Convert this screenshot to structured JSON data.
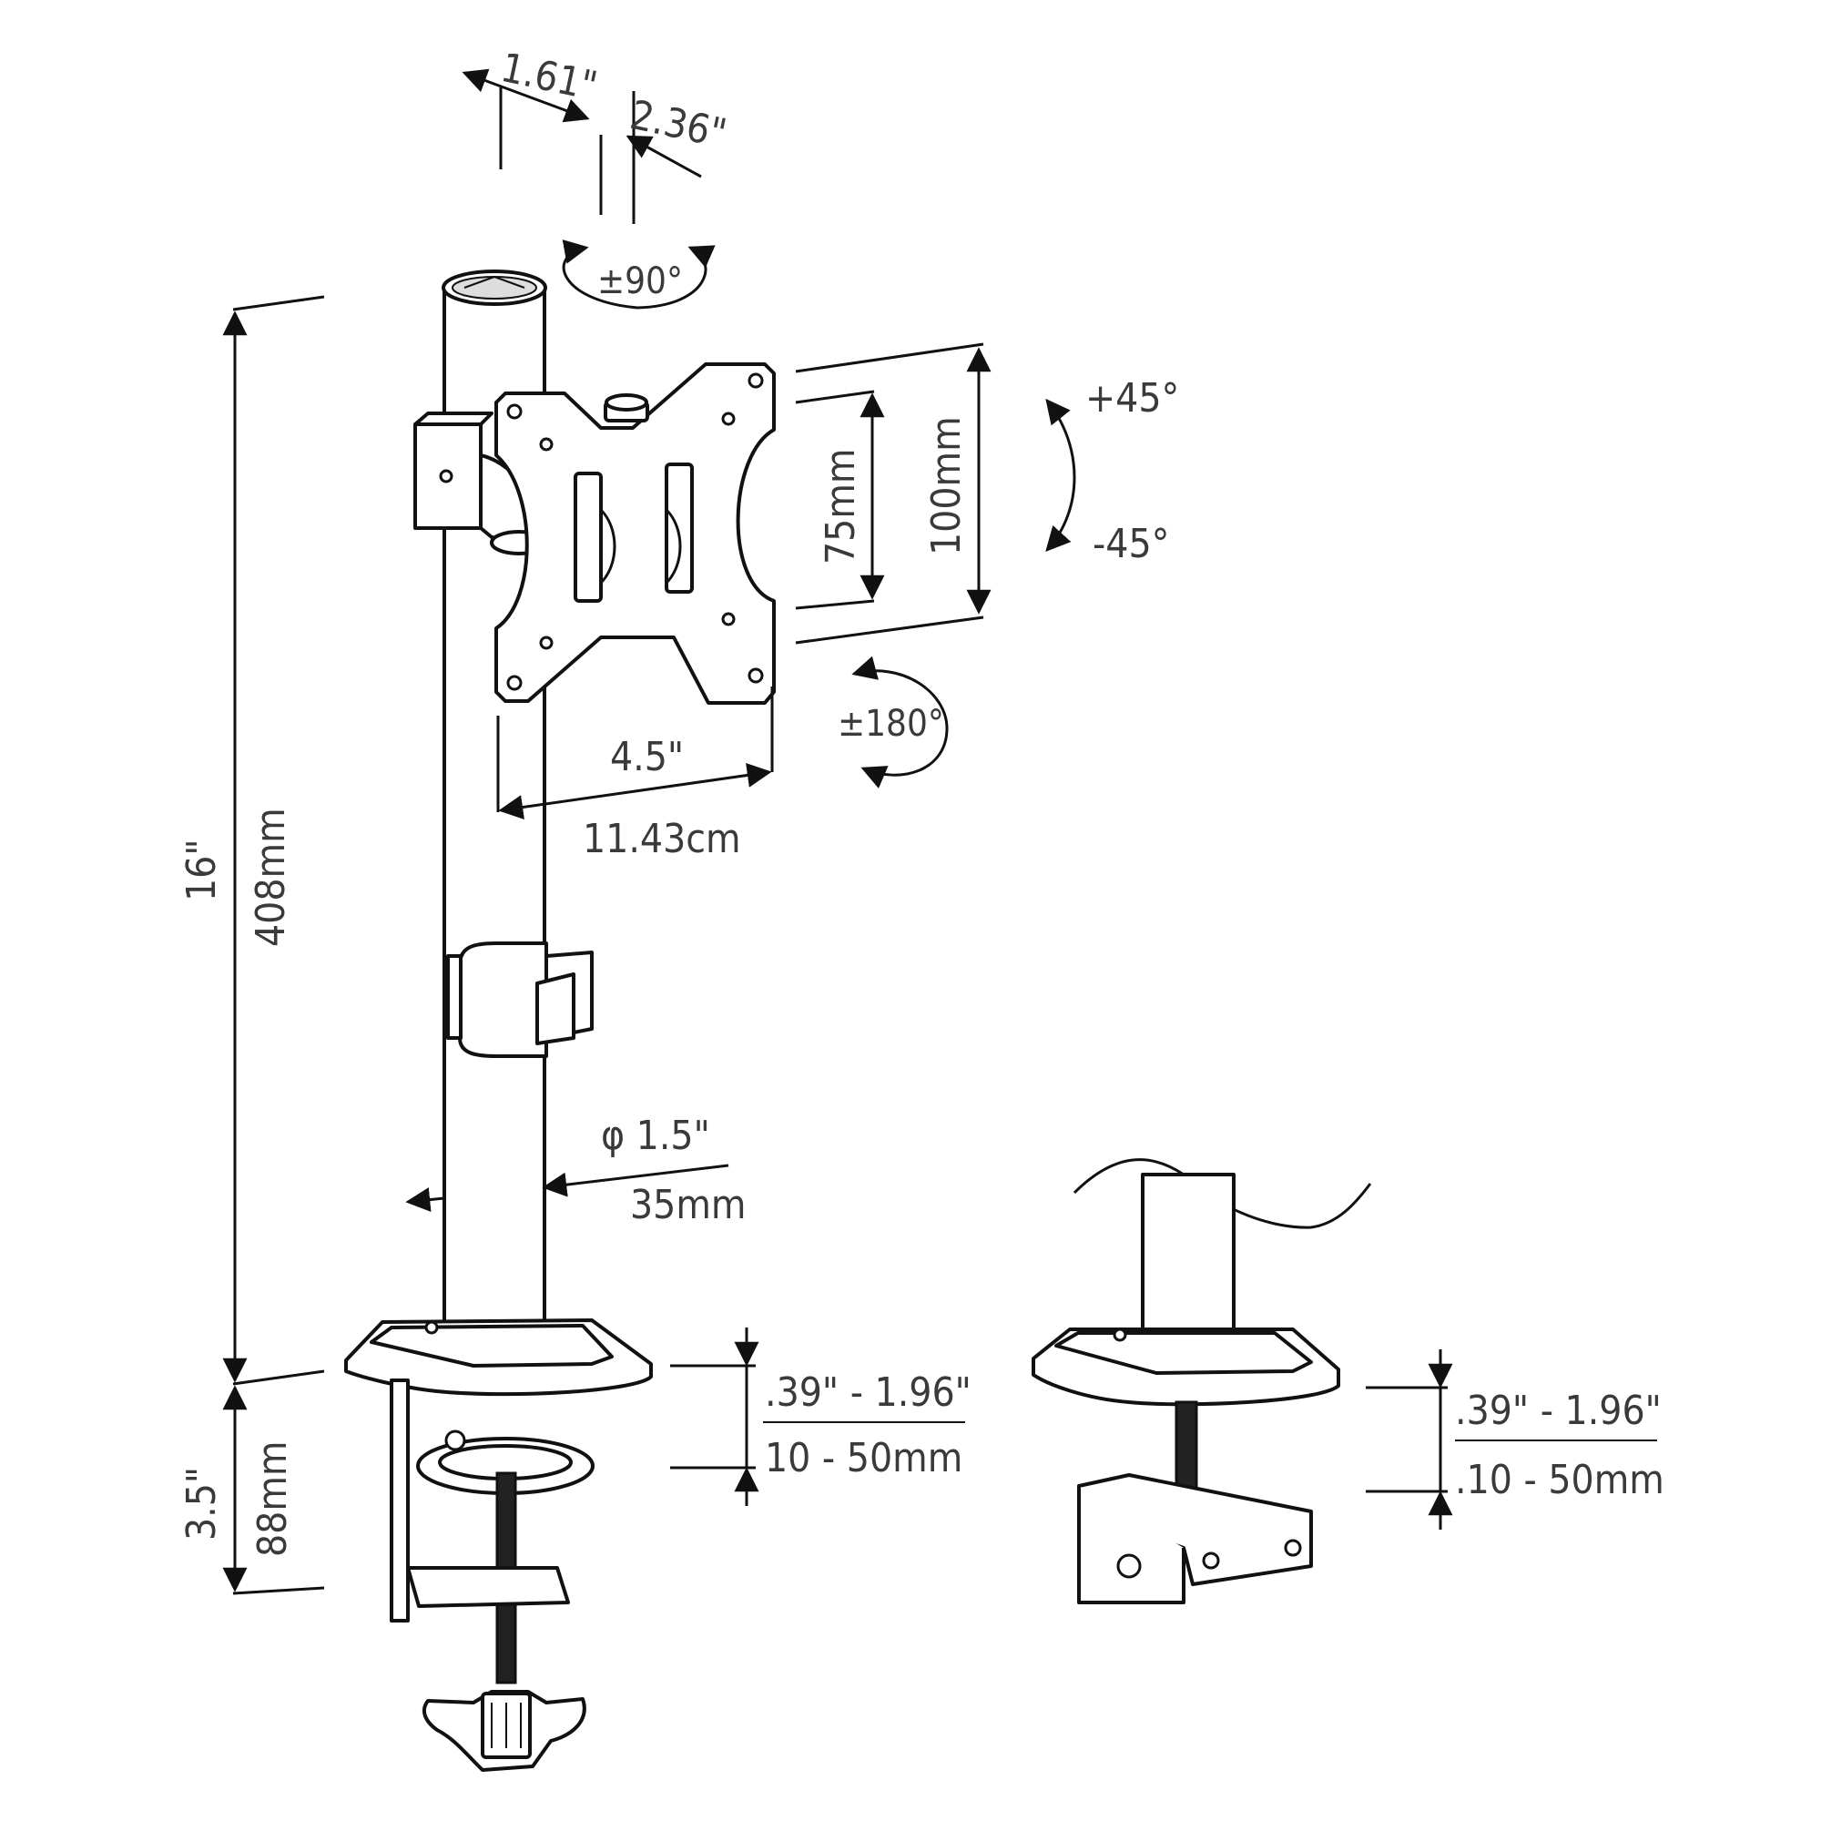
{
  "labels": {
    "offset_a": "1.61\"",
    "offset_b": "2.36\"",
    "swivel": "±90°",
    "tilt_up": "+45°",
    "tilt_down": "-45°",
    "rotation": "±180°",
    "vesa_small": "75mm",
    "vesa_large": "100mm",
    "plate_width_in": "4.5\"",
    "plate_width_cm": "11.43cm",
    "pole_height_in": "16\"",
    "pole_height_mm": "408mm",
    "pole_diameter_in": "φ 1.5\"",
    "pole_diameter_mm": "35mm",
    "base_height_in": "3.5\"",
    "base_height_mm": "88mm",
    "clamp_range_in": ".39\" - 1.96\"",
    "clamp_range_mm": "10 - 50mm",
    "alt_clamp_range_in": ".39\" - 1.96\"",
    "alt_clamp_range_mm": ".10 - 50mm"
  }
}
